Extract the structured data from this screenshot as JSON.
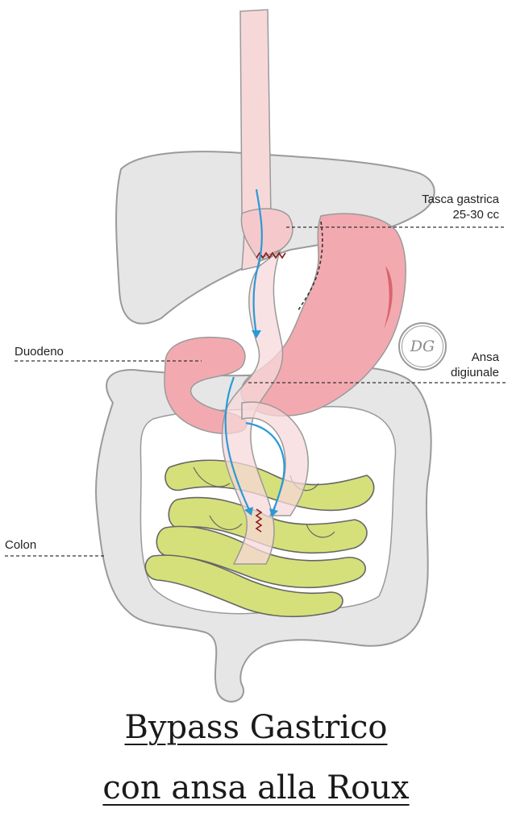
{
  "labels": {
    "pouch_line1": "Tasca gastrica",
    "pouch_line2": "25-30 cc",
    "duodenum": "Duodeno",
    "jejunal_loop_line1": "Ansa",
    "jejunal_loop_line2": "digiunale",
    "colon": "Colon"
  },
  "badge": "DG",
  "title": {
    "line1": "Bypass Gastrico",
    "line2": "con ansa alla Roux"
  },
  "colors": {
    "liver_colon": "#e6e6e6",
    "outline": "#9a9a9a",
    "stomach": "#f2aab0",
    "stomach_dark": "#d9646f",
    "esophagus": "#f7d8d9",
    "small_intestine": "#d5e07a",
    "arrow": "#2a9ad6",
    "staple": "#8b1a1a"
  }
}
